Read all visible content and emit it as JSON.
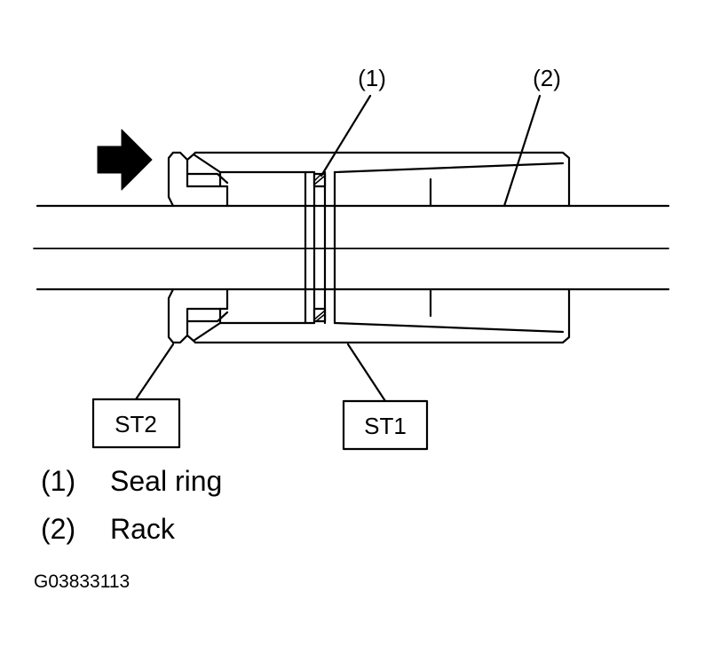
{
  "diagram": {
    "callouts": [
      {
        "id": "1",
        "text": "(1)"
      },
      {
        "id": "2",
        "text": "(2)"
      }
    ],
    "tool_labels": {
      "st1": "ST1",
      "st2": "ST2"
    },
    "legend": [
      {
        "number": "(1)",
        "label": "Seal ring"
      },
      {
        "number": "(2)",
        "label": "Rack"
      }
    ],
    "figure_id": "G03833113",
    "icons": {
      "direction_arrow": "right-arrow-icon"
    }
  }
}
